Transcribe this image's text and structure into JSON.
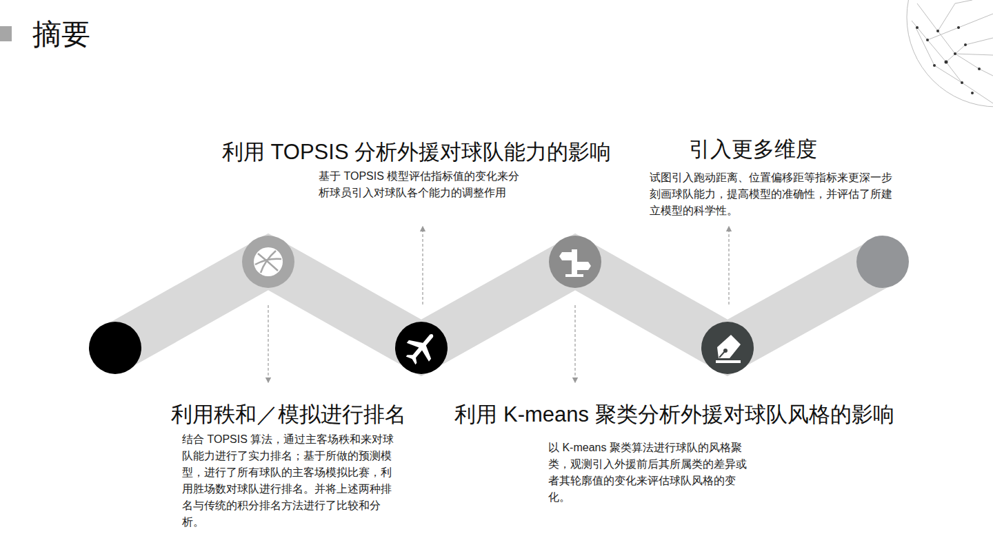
{
  "diagram": {
    "title": "摘要",
    "labels": [
      "利用秩和／模拟进行排名",
      "结合 TOPSIS 算法，通过主客场秩和来对球队能力进行了实力排名；基于所做的预测模型，进行了所有球队的主客场模拟比赛，利用胜场数对球队进行排名。并将上述两种排名与传统的积分排名方法进行了比较和分析。",
      "利用 TOPSIS 分析外援对球队能力的影响",
      "基于 TOPSIS 模型评估指标值的变化来分析球员引入对球队各个能力的调整作用",
      "利用 K-means 聚类分析外援对球队风格的影响",
      "以 K-means 聚类算法进行球队的风格聚类，观测引入外援前后其所属类的差异或者其轮廓值的变化来评估球队风格的变化。",
      "引入更多维度",
      "试图引入跑动距离、位置偏移距等指标来更深一步刻画球队能力，提高模型的准确性，并评估了所建立模型的科学性。"
    ]
  }
}
